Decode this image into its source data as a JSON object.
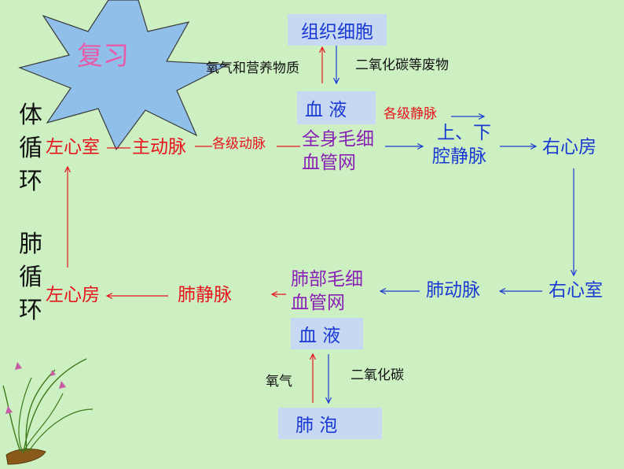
{
  "review": "复习",
  "systemic": {
    "c1": "体",
    "c2": "循",
    "c3": "环"
  },
  "pulmonary": {
    "c1": "肺",
    "c2": "循",
    "c3": "环"
  },
  "tissue_cells": "组织细胞",
  "oxygen_nutrients": "氧气和营养物质",
  "co2_wastes": "二氧化碳等废物",
  "blood_top": "血 液",
  "veins_label": "各级静脉",
  "left_ventricle": "左心室",
  "aorta": "主动脉",
  "arteries_label": "各级动脉",
  "body_capillaries": {
    "line1": "全身毛细",
    "line2": "血管网"
  },
  "vena_cava": {
    "line1": "上、下",
    "line2": "腔静脉"
  },
  "right_atrium": "右心房",
  "left_atrium": "左心房",
  "pulmonary_vein": "肺静脉",
  "lung_capillaries": {
    "line1": "肺部毛细",
    "line2": "血管网"
  },
  "pulmonary_artery": "肺动脉",
  "right_ventricle": "右心室",
  "blood_bottom": "血 液",
  "oxygen": "氧气",
  "co2": "二氧化碳",
  "alveoli": "肺 泡",
  "colors": {
    "background": "#ccf0c2",
    "star_fill": "#90c0ea",
    "review_text": "#e85aa8",
    "red": "#e8141c",
    "blue": "#1a39d4",
    "purple": "#8a1fb5",
    "box_fill": "#c6d8f2"
  }
}
